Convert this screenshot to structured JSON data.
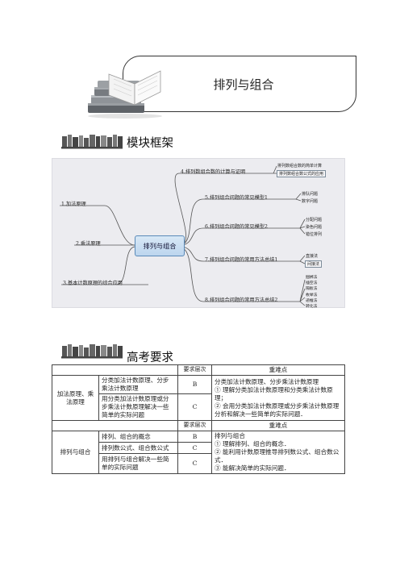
{
  "header": {
    "title": "排列与组合"
  },
  "sections": {
    "framework": "模块框架",
    "requirements": "高考要求"
  },
  "mindmap": {
    "center": "排列与组合",
    "left": [
      "1.加法原理",
      "2.乘法原理",
      "3.基本计数原理的综合应用"
    ],
    "right": [
      {
        "label": "4.排列数组合数的计算与证明",
        "leaves": [
          "排列数组合数的简单计算",
          "排列数组合数公式的应用"
        ]
      },
      {
        "label": "5.排列组合问题的常见模型1",
        "leaves": [
          "排队问题",
          "数字问题"
        ]
      },
      {
        "label": "6.排列组合问题的常见模型2",
        "leaves": [
          "分配问题",
          "染色问题",
          "错位排列"
        ]
      },
      {
        "label": "7.排列组合问题的常用方法总结1",
        "leaves": [
          "直接法",
          "间接法"
        ]
      },
      {
        "label": "8.排列组合问题的常用方法总结2",
        "leaves": [
          "捆绑法",
          "插空法",
          "隔板法",
          "枚举法",
          "递推法",
          "转化法"
        ]
      }
    ]
  },
  "table": {
    "header": {
      "level": "要求层次",
      "key": "重难点"
    },
    "groups": [
      {
        "name": "加法原理、乘法原理",
        "rows": [
          {
            "item": "分类加法计数原理、分步乘法计数原理",
            "level": "B"
          },
          {
            "item": "用分类加法计数原理或分步乘法计数原理解决一些简单的实际问题",
            "level": "C"
          }
        ],
        "key": {
          "intro": "分类加法计数原理、分步乘法计数原理",
          "points": [
            "① 理解分类加法计数原理和分类乘法计数原理；",
            "② 会用分类加法计数原理或分步乘法计数原理分析和解决一些简单的实际问题．"
          ]
        }
      },
      {
        "name": "排列与组合",
        "rows": [
          {
            "item": "排列、组合的概念",
            "level": "B"
          },
          {
            "item": "排列数公式、组合数公式",
            "level": "C"
          },
          {
            "item": "用排列与组合解决一些简单的实际问题",
            "level": "C"
          }
        ],
        "key": {
          "intro": "排列与组合",
          "points": [
            "① 理解排列、组合的概念．",
            "② 能利用计数原理推导排列数公式、组合数公式．",
            "③ 能解决简单的实际问题．"
          ]
        }
      }
    ]
  },
  "colors": {
    "center_fill": "#c8dcf1",
    "center_border": "#5a8ab8",
    "map_bg": "#ececf0",
    "branch_line": "#555555"
  },
  "icons": [
    "books-illustration",
    "bookshelf-icon"
  ]
}
